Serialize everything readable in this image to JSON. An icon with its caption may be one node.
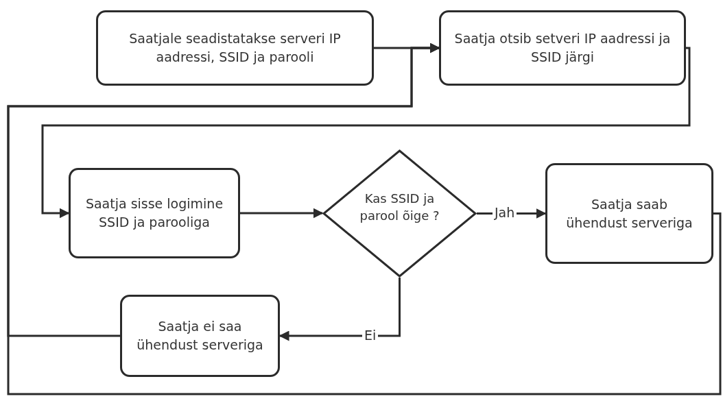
{
  "diagram": {
    "nodes": [
      {
        "text": [
          "Saatjale seadistatakse serveri IP aadressi, SSID ja parooli"
        ]
      },
      {
        "text": [
          "Saatja otsib setveri IP aadressi ja SSID järgi"
        ]
      },
      {
        "text": [
          "Saatja sisse logimine SSID ja parooliga"
        ]
      },
      {
        "text": [
          "Kas SSID ja parool õige ?"
        ]
      },
      {
        "text": [
          "Saatja saab ühendust serveriga"
        ]
      },
      {
        "text": [
          "Saatja ei saa ühendust serveriga"
        ]
      }
    ],
    "edges": [
      {
        "from": 0,
        "to": 1,
        "arrow": "to"
      },
      {
        "from": 1,
        "to": 2,
        "arrow": "to"
      },
      {
        "from": 2,
        "to": 3,
        "arrow": "to"
      },
      {
        "from": 3,
        "to": 4,
        "label": "Jah",
        "arrow": "to"
      },
      {
        "from": 3,
        "to": 5,
        "label": "Ei",
        "arrow": "to"
      },
      {
        "from": 5,
        "to": 1,
        "arrow": "to"
      },
      {
        "from": 4,
        "to": 1,
        "arrow": "to"
      }
    ]
  }
}
